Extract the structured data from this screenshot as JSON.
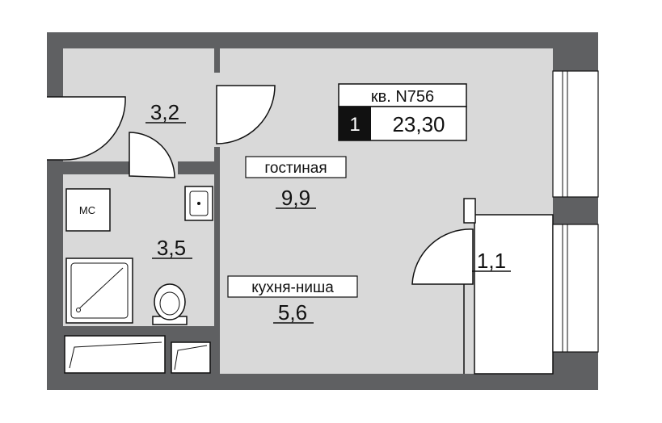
{
  "apartment": {
    "number_label": "кв. N756",
    "rooms_count": "1",
    "total_area": "23,30"
  },
  "rooms": {
    "hall": {
      "area": "3,2"
    },
    "bathroom": {
      "area": "3,5",
      "fixture_label": "МС"
    },
    "living": {
      "name": "гостиная",
      "area": "9,9"
    },
    "kitchen": {
      "name": "кухня-ниша",
      "area": "5,6"
    },
    "closet": {
      "area": "1,1"
    }
  },
  "colors": {
    "wall": "#5f6062",
    "floor": "#d9d9d9",
    "background": "#ffffff",
    "line": "#111111",
    "badge": "#111111"
  }
}
